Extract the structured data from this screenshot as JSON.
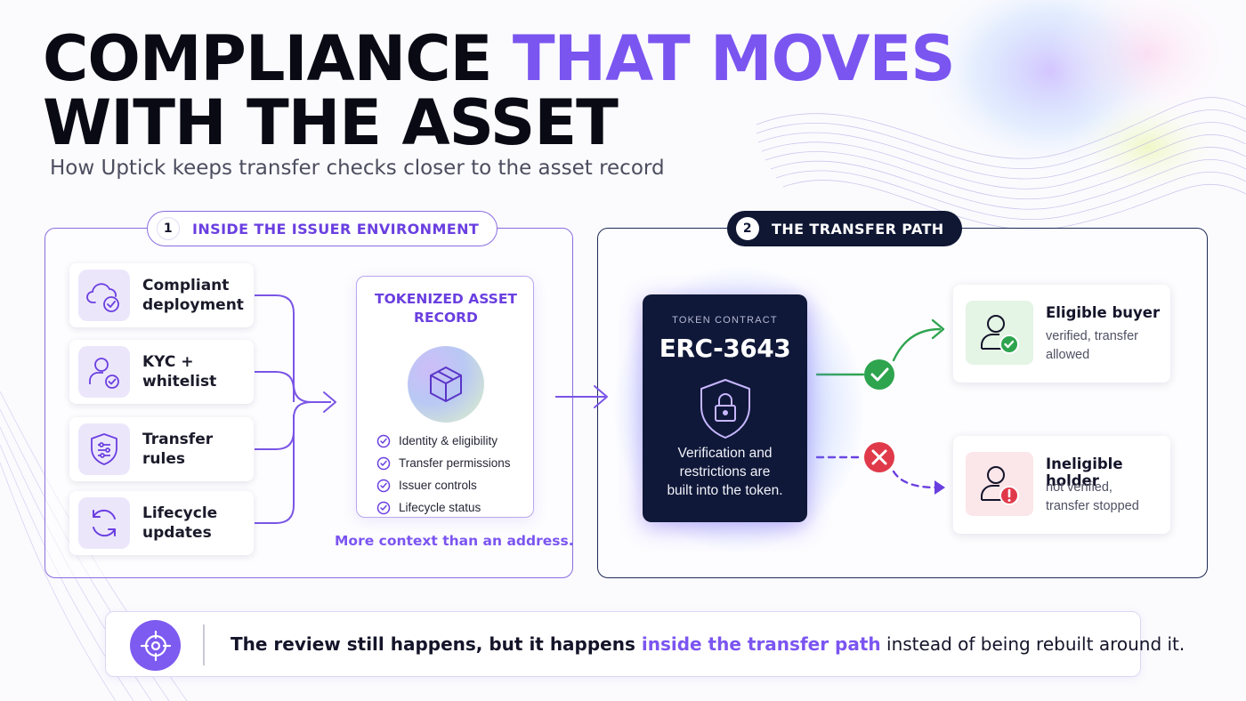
{
  "title": {
    "line1_a": "COMPLIANCE ",
    "line1_b": "THAT MOVES",
    "line2": "WITH THE ASSET"
  },
  "subtitle": "How Uptick keeps transfer checks closer to the asset record",
  "section1": {
    "number": "1",
    "label": "INSIDE THE ISSUER ENVIRONMENT",
    "items": [
      {
        "label": "Compliant\ndeployment",
        "icon": "cloud-check-icon"
      },
      {
        "label": "KYC +\nwhitelist",
        "icon": "user-check-icon"
      },
      {
        "label": "Transfer\nrules",
        "icon": "shield-sliders-icon"
      },
      {
        "label": "Lifecycle\nupdates",
        "icon": "refresh-icon"
      }
    ],
    "record": {
      "title": "TOKENIZED ASSET\nRECORD",
      "icon": "cube-icon",
      "checks": [
        "Identity & eligibility",
        "Transfer permissions",
        "Issuer controls",
        "Lifecycle status"
      ]
    },
    "note": "More context than an address."
  },
  "section2": {
    "number": "2",
    "label": "THE TRANSFER PATH",
    "contract": {
      "kicker": "TOKEN CONTRACT",
      "standard": "ERC-3643",
      "icon": "shield-lock-icon",
      "description": "Verification and\nrestrictions are\nbuilt into the token."
    },
    "outcomes": [
      {
        "title": "Eligible buyer",
        "subtitle": "verified, transfer\nallowed",
        "icon": "user-verified-icon",
        "status_color": "#2ea44f"
      },
      {
        "title": "Ineligible holder",
        "subtitle": "not verified,\ntransfer stopped",
        "icon": "user-blocked-icon",
        "status_color": "#e03a4a"
      }
    ]
  },
  "footer": {
    "icon": "target-icon",
    "text_before": "The review still happens, but it happens ",
    "text_highlight": "inside the transfer path",
    "text_after": " instead of being rebuilt around it."
  },
  "colors": {
    "accent": "#7b55f0",
    "navy": "#0f1838",
    "green": "#2ea44f",
    "red": "#e03a4a"
  }
}
